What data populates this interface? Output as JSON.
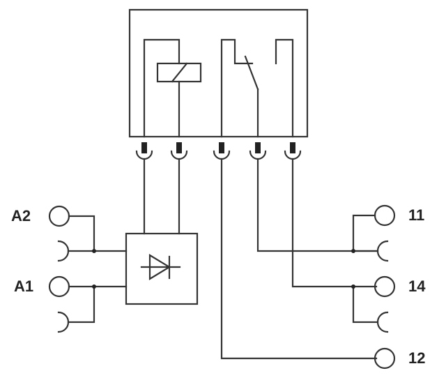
{
  "diagram": {
    "type": "relay-module-circuit",
    "stroke_color": "#333333",
    "background": "#ffffff",
    "relay": {
      "coil": "relay-coil",
      "contact": "changeover-contact (11 common, 12 NC, 14 NO)"
    },
    "input_block": "rectifier/protection block with diode symbol",
    "terminals": {
      "left": [
        {
          "label": "A2",
          "type": "terminal"
        },
        {
          "label": "",
          "type": "bridge-socket"
        },
        {
          "label": "A1",
          "type": "terminal"
        },
        {
          "label": "",
          "type": "bridge-socket"
        }
      ],
      "right": [
        {
          "label": "11",
          "type": "terminal"
        },
        {
          "label": "",
          "type": "bridge-socket"
        },
        {
          "label": "14",
          "type": "terminal"
        },
        {
          "label": "",
          "type": "bridge-socket"
        },
        {
          "label": "12",
          "type": "terminal"
        }
      ]
    },
    "plug_pins": 5
  },
  "labels": {
    "a2": "A2",
    "a1": "A1",
    "t11": "11",
    "t14": "14",
    "t12": "12"
  }
}
